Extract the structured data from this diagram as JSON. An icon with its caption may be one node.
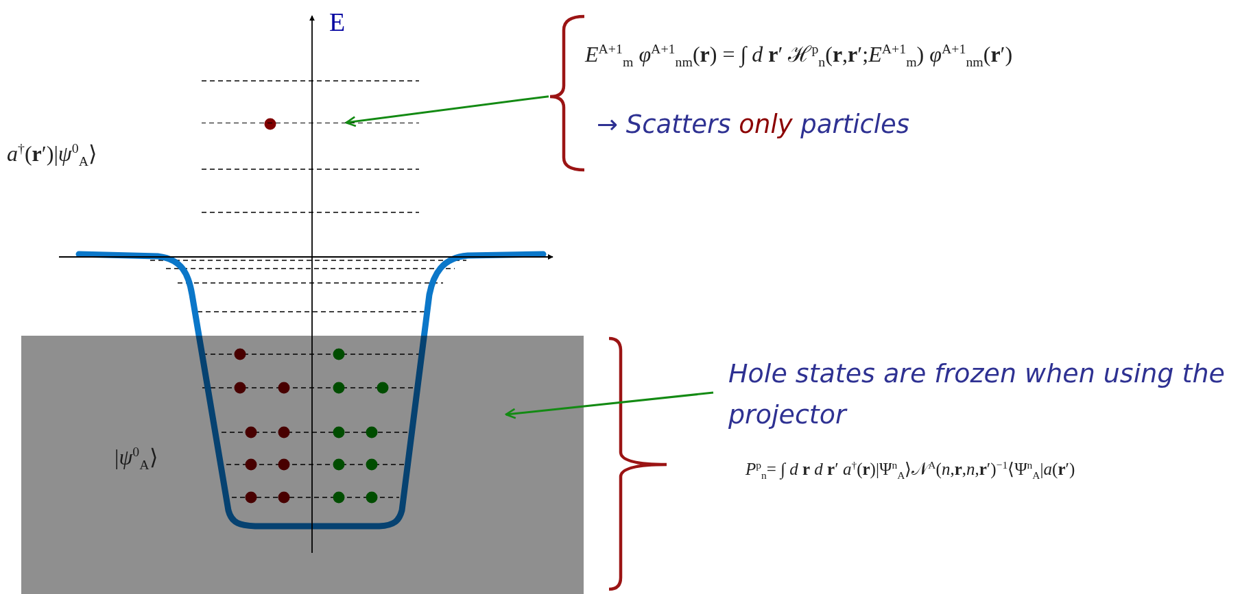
{
  "diagram": {
    "nodes": [
      {
        "text": [
          "*E*$^{A+1}$$_{m}$ *φ*$^{A+1}$$_{nm}$(**r**) = ∫ *d* **r**′ ℋ$^{p}$$_{n}$(**r**,**r**′;*E*$^{A+1}$$_{m}$) *φ*$^{A+1}$$_{nm}$(**r**′)",
          "→ Scatters **only** particles"
        ]
      },
      {
        "text": [],
        "shape": "line"
      },
      {
        "text": [
          "Hole states are frozen when using the projector",
          "*P*$^{p}$$_{n}$= ∫ *d* **r** *d* **r**′ *a*$^{†}$(**r**)|Ψ$^{n}$$_{A}$⟩𝒩$^{A}$(*n*,**r**,*n*,**r**′)$^{−1}$⟨Ψ$^{n}$$_{A}$|*a*(**r**′)"
        ]
      },
      {
        "text": [],
        "shape": "box"
      }
    ],
    "edges": [
      {
        "from": 0,
        "to": 1,
        "arrow": "to"
      },
      {
        "from": 2,
        "to": 3,
        "arrow": "to"
      }
    ],
    "labels": [
      "E",
      "*a*$^{†}$(**r**′)|*ψ*$^{0}$$_{A}$⟩",
      "|*ψ*$^{0}$$_{A}$⟩"
    ]
  }
}
